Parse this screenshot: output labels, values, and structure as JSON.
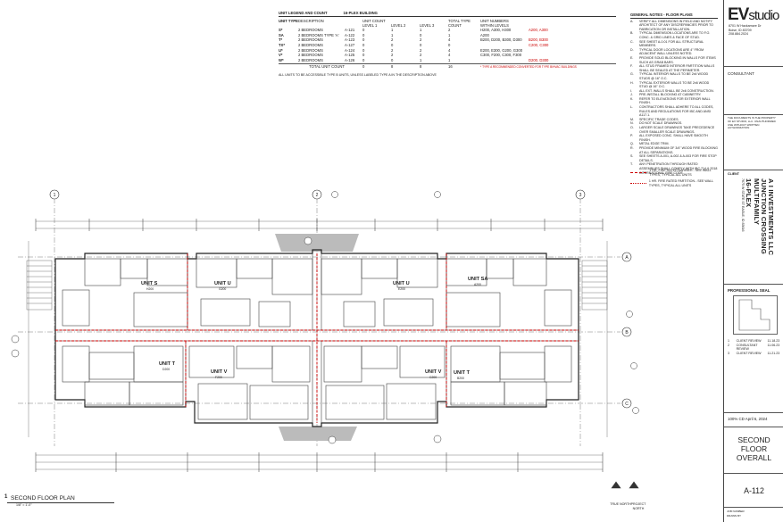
{
  "unit_table": {
    "title": "UNIT LEGEND AND COUNT",
    "building": "16-PLEX BUILDING",
    "headers": [
      "UNIT TYPE",
      "DESCRIPTION",
      "",
      "LEVEL 1",
      "LEVEL 2",
      "LEVEL 3",
      "TOTAL TYPE",
      "UNIT NUMBERS"
    ],
    "header_sub": {
      "count": "UNIT COUNT",
      "total_sub": "COUNT",
      "numbers_sub": "WITHIN LEVELS"
    },
    "rows": [
      {
        "type": "S*",
        "desc": "2 BEDROOMS",
        "code": "A-121",
        "l1": "0",
        "l2": "1",
        "l3": "1",
        "total": "2",
        "nums": "H200, A300, H300",
        "nums2": "A200, A300"
      },
      {
        "type": "SA",
        "desc": "2 BEDROOMS TYPE 'A'",
        "code": "A-122",
        "l1": "0",
        "l2": "1",
        "l3": "0",
        "total": "1",
        "nums": "A200",
        "nums2": ""
      },
      {
        "type": "T*",
        "desc": "2 BEDROOMS",
        "code": "A-123",
        "l1": "0",
        "l2": "2",
        "l3": "2",
        "total": "4",
        "nums": "B200, D200, B300, D300",
        "nums2": "B200, B300"
      },
      {
        "type": "TX*",
        "desc": "2 BEDROOMS",
        "code": "A-127",
        "l1": "0",
        "l2": "0",
        "l3": "0",
        "total": "0",
        "nums": "",
        "nums2": "C200, C300"
      },
      {
        "type": "U*",
        "desc": "2 BEDROOMS",
        "code": "A-124",
        "l1": "0",
        "l2": "2",
        "l3": "2",
        "total": "4",
        "nums": "E200, E300, G200, G300",
        "nums2": ""
      },
      {
        "type": "V*",
        "desc": "2 BEDROOMS",
        "code": "A-125",
        "l1": "0",
        "l2": "2",
        "l3": "2",
        "total": "4",
        "nums": "C300, F200, C300, F300",
        "nums2": ""
      },
      {
        "type": "W*",
        "desc": "2 BEDROOMS",
        "code": "A-126",
        "l1": "0",
        "l2": "0",
        "l3": "1",
        "total": "1",
        "nums": "",
        "nums2": "D200, D300"
      }
    ],
    "total_label": "TOTAL UNIT COUNT",
    "total_l1": "0",
    "total_l2": "8",
    "total_l3": "8",
    "total_all": "16",
    "footnote": "ALL UNITS TO BE ACCESSIBLE TYPE B UNITS, UNLESS LABELED TYPE A IN THE DESCRIPTION ABOVE",
    "red_note": "* TYPE A RECOMMENDED CONVERTED FOR TYPE B/HVAC BUILDINGS"
  },
  "general_notes": {
    "title": "GENERAL NOTES - FLOOR PLANS",
    "items": [
      {
        "k": "A.",
        "t": "VERIFY ALL DIMENSIONS IN FIELD AND NOTIFY ARCHITECT OF ANY DISCREPANCIES PRIOR TO FABRICATION OR INSTALLATION."
      },
      {
        "k": "B.",
        "t": "TYPICAL DIMENSION LOCATIONS ARE TO F.O. CONC. & GRID LINES & FACE OF STUD."
      },
      {
        "k": "C.",
        "t": "SEE SHEET A-0.01 FOR ALL STRUCTURAL MEMBERS."
      },
      {
        "k": "D.",
        "t": "TYPICAL DOOR LOCATIONS ARE 4\" FROM ADJACENT WALL UNLESS NOTED."
      },
      {
        "k": "E.",
        "t": "PROVIDE SOLID BLOCKING IN WALLS FOR ITEMS SUCH AS GRAB BARS."
      },
      {
        "k": "F.",
        "t": "ALL STUD FRAMED INTERIOR PARTITION WALLS SHALL BE SEALED AT THE PERIMETER."
      },
      {
        "k": "G.",
        "t": "TYPICAL INTERIOR WALLS TO BE 2x4 WOOD STUDS @ 16\" O.C."
      },
      {
        "k": "H.",
        "t": "TYPICAL EXTERIOR WALLS TO BE 2x6 WOOD STUD @ 16\" O.C."
      },
      {
        "k": "I.",
        "t": "ALL EXT. WALLS SHALL BE 2x6 CONSTRUCTION."
      },
      {
        "k": "J.",
        "t": "PRE-INSTALL BLOCKING AT CABINETRY."
      },
      {
        "k": "K.",
        "t": "REFER TO ELEVATIONS FOR EXTERIOR WALL FINISH."
      },
      {
        "k": "L.",
        "t": "CONTRACTORS SHALL ADHERE TO ALL CODES, RULES AND REGULATIONS FOR IBC AND ANSI A117.1."
      },
      {
        "k": "M.",
        "t": "SPECIFIC TRADE CODES."
      },
      {
        "k": "N.",
        "t": "DO NOT SCALE DRAWINGS."
      },
      {
        "k": "O.",
        "t": "LARGER SCALE DRAWINGS TAKE PRECEDENCE OVER SMALLER SCALE DRAWINGS."
      },
      {
        "k": "P.",
        "t": "ALL EXPOSED CONC. SHALL HAVE SMOOTH FINISH."
      },
      {
        "k": "Q.",
        "t": "METAL EDGE TRIM."
      },
      {
        "k": "R.",
        "t": "PROVIDE MINIMUM OF 3/4\" WOOD FIRE BLOCKING AT ALL SEPARATIONS."
      },
      {
        "k": "S.",
        "t": "SEE SHEETS A-001, A-002 & A-003 FOR FIRE STOP DETAILS."
      },
      {
        "k": "T.",
        "t": "ANY PENETRATION THROUGH RATED ASSEMBLIES SHALL COMPLY WITH IBC 714 & 2018 INTERNATIONAL FIRE CODE."
      }
    ]
  },
  "legend_rated": [
    {
      "label": "1 HR. FIRE RATED BARRIER - SEE WALL TYPES, TYPICAL ALL UNITS"
    },
    {
      "label": "1 HR. FIRE RATED PARTITION - SEE WALL TYPES, TYPICAL ALL UNITS"
    }
  ],
  "title_block": {
    "logo_main": "EV",
    "logo_sub": "studio",
    "address": [
      "8701 W Hackamore Dr",
      "Boise, ID 83709",
      "208.884.2024"
    ],
    "consultant": "CONSULTANT",
    "copyright": "THE DOCUMENTS IS THE PROPERTY OF EV STUDIO, LLC. UNAUTHORIZED USE WITHOUT WRITTEN AUTHORIZATION",
    "client_label": "CLIENT",
    "project_lines": [
      "A I INVESTMENTS LLC",
      "JUNCTION CROSSING MULTIFAMILY",
      "16-PLEX"
    ],
    "project_address": "7675 W STATE ST EAGLE, ID 83616",
    "professional_seal": "PROFESSIONAL SEAL",
    "revisions": [
      {
        "n": "1",
        "d": "CLIENT REVIEW",
        "date": "11.18.23"
      },
      {
        "n": "2",
        "d": "CONSULTANT REVIEW",
        "date": "11.06.23"
      },
      {
        "n": "3",
        "d": "CLIENT REVIEW",
        "date": "11.21.23"
      }
    ],
    "issue": "100% CD April 6, 2024",
    "sheet_name": [
      "SECOND",
      "FLOOR",
      "OVERALL"
    ],
    "sheet_number": "A-112",
    "job_label": "JOB NUMBER",
    "drawn_label": "DRAWN BY"
  },
  "plan": {
    "title": "SECOND FLOOR PLAN",
    "number": "1",
    "scale": "1/8\" = 1'-0\"",
    "grid_numbers": [
      "1",
      "2",
      "3"
    ],
    "grid_letters": [
      "A",
      "B",
      "C"
    ],
    "units": [
      {
        "name": "UNIT S",
        "num": "H200"
      },
      {
        "name": "UNIT U",
        "num": "G200"
      },
      {
        "name": "UNIT U",
        "num": "E200"
      },
      {
        "name": "UNIT SA",
        "num": "A200"
      },
      {
        "name": "UNIT T",
        "num": "D200"
      },
      {
        "name": "UNIT V",
        "num": "F200"
      },
      {
        "name": "UNIT V",
        "num": "C200"
      },
      {
        "name": "UNIT T",
        "num": "B200"
      }
    ],
    "true_north": "TRUE NORTH",
    "project_north": "PROJECT NORTH"
  }
}
